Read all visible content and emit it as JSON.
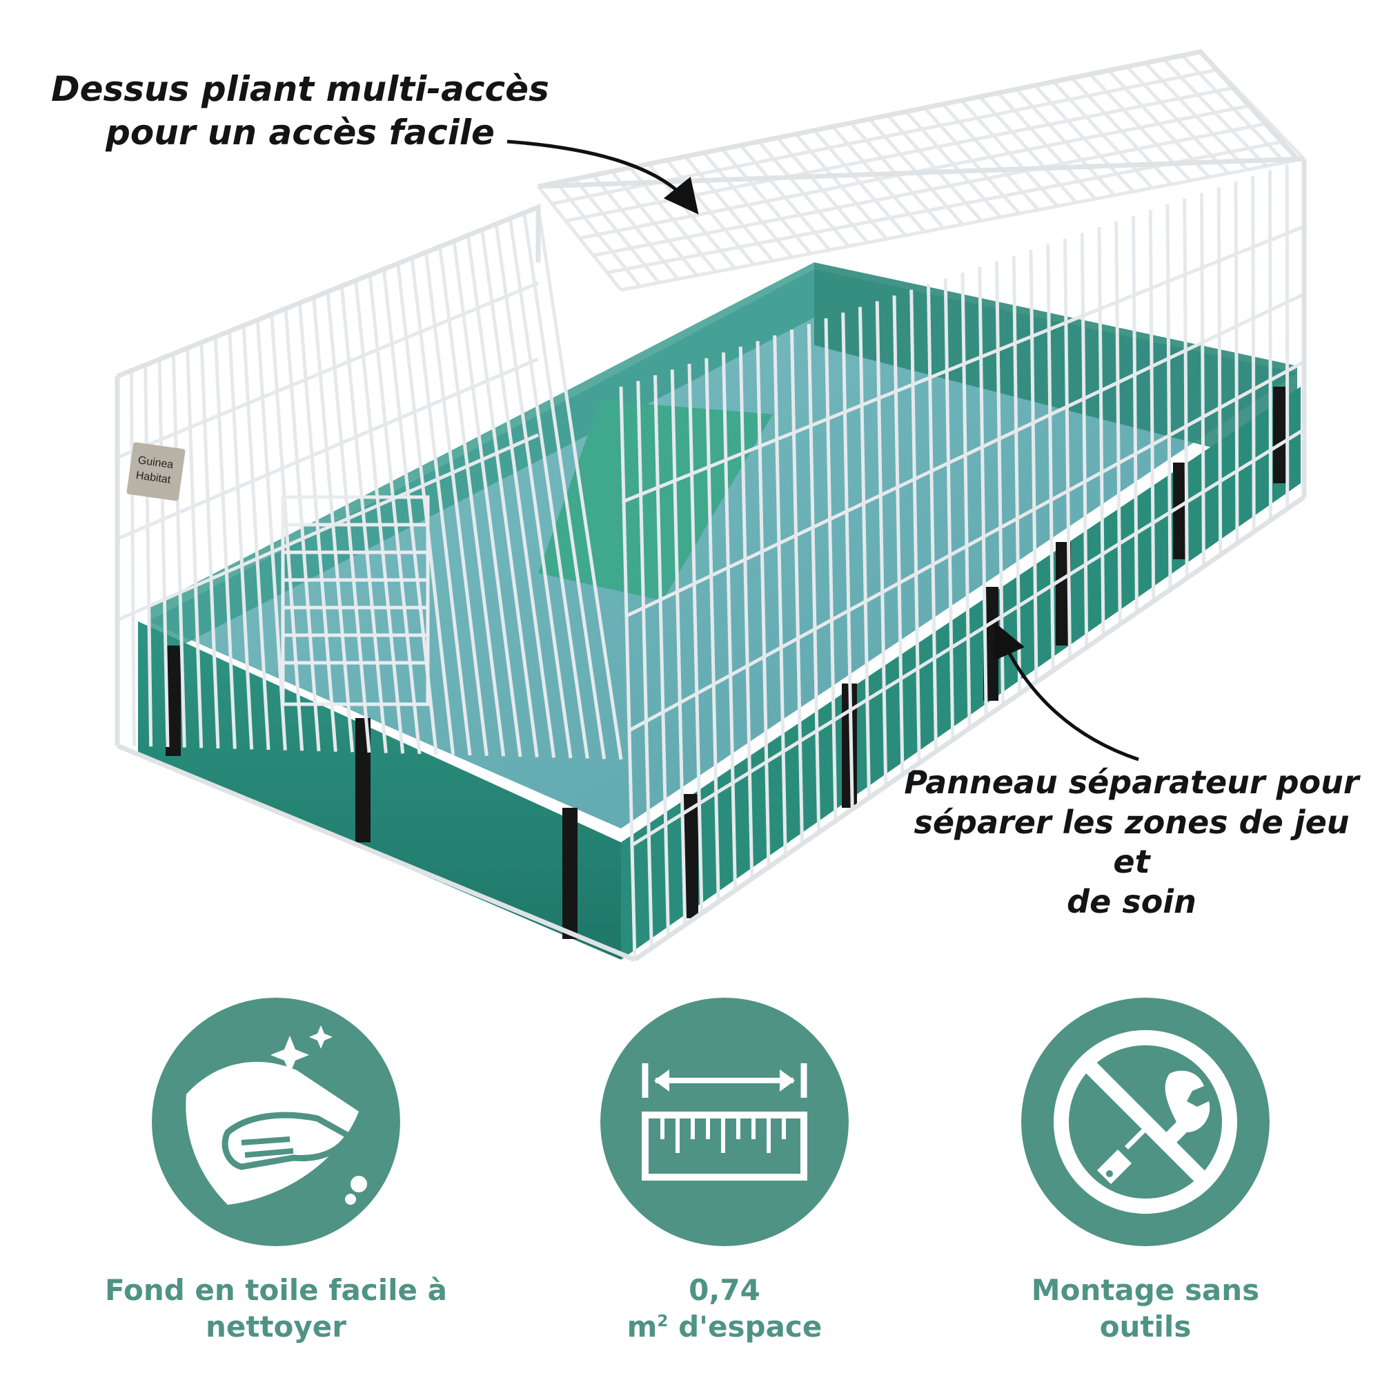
{
  "colors": {
    "accent": "#4f9384",
    "fabric_dark": "#2f8a7a",
    "fabric_light": "#6db3b7",
    "wire": "#e9ecef",
    "callout_text": "#141414"
  },
  "callouts": {
    "top": {
      "line1": "Dessus pliant multi-accès",
      "line2": "pour un accès facile"
    },
    "right": {
      "line1": "Panneau séparateur pour",
      "line2": "séparer les zones de jeu et",
      "line3": "de soin"
    }
  },
  "cage": {
    "plate_line1": "Guinea",
    "plate_line2": "Habitat"
  },
  "features": [
    {
      "icon": "hand-wiping-icon",
      "line1": "Fond en toile facile à",
      "line2": "nettoyer"
    },
    {
      "icon": "ruler-measure-icon",
      "line1": "0,74",
      "line2_main": "m",
      "line2_sup": "2",
      "line2_rest": " d'espace"
    },
    {
      "icon": "no-tools-icon",
      "line1": "Montage sans",
      "line2": "outils"
    }
  ]
}
